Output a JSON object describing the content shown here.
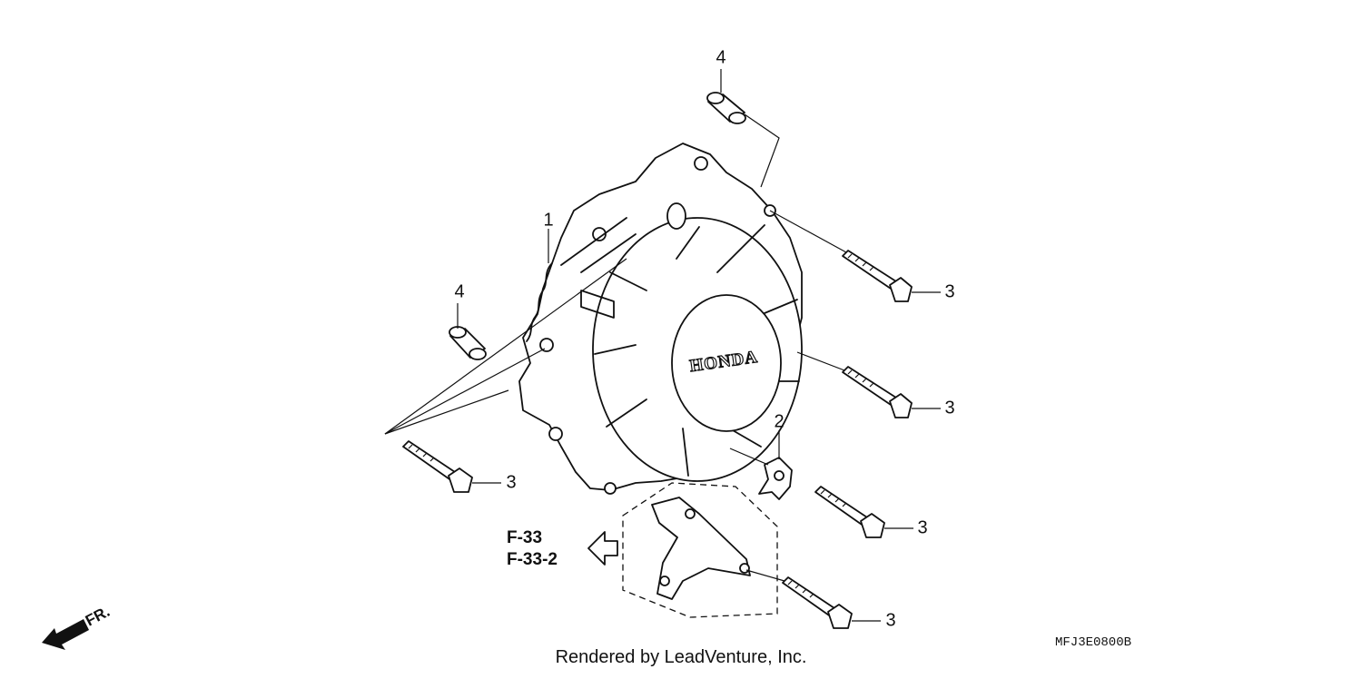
{
  "diagram": {
    "callouts": {
      "generator_cover": "1",
      "clamp": "2",
      "bolt_upper_right": "3",
      "bolt_mid_right": "3",
      "bolt_left": "3",
      "bolt_clamp": "3",
      "bolt_lower": "3",
      "dowel_top": "4",
      "dowel_left": "4"
    },
    "references": [
      "F-33",
      "F-33-2"
    ],
    "cover_brand": "HONDA",
    "direction": "FR.",
    "diagram_code": "MFJ3E0800B",
    "footer": "Rendered by LeadVenture, Inc."
  }
}
